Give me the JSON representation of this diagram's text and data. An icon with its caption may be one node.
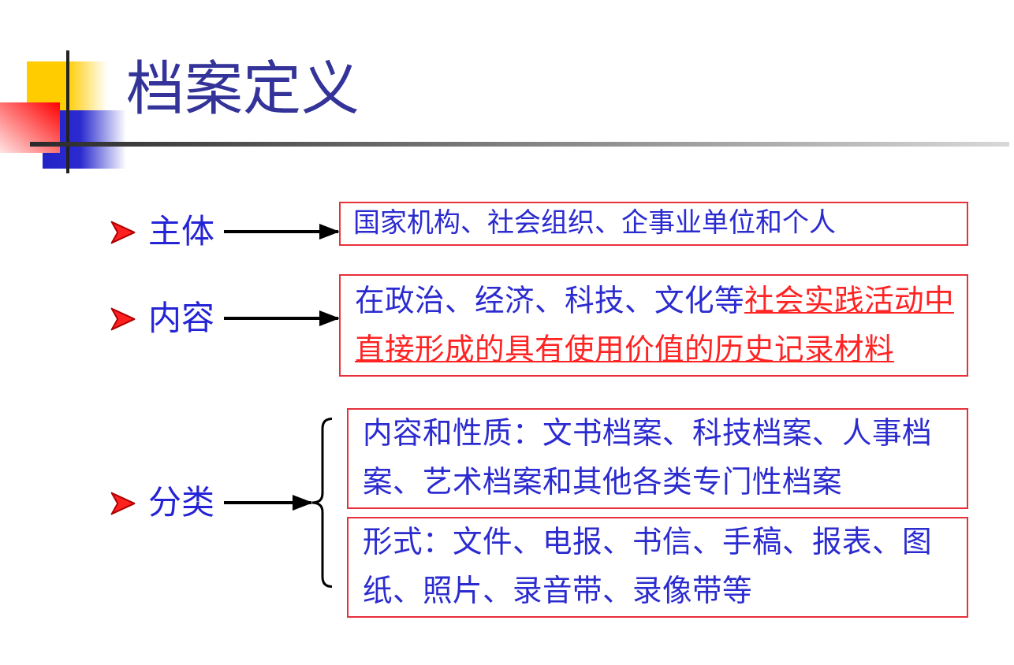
{
  "diagram": {
    "title": "档案定义",
    "nodes": [
      {
        "text": [
          "主体"
        ]
      },
      {
        "text": [
          "国家机构、社会组织、企事业单位和个人"
        ]
      },
      {
        "text": [
          "内容"
        ]
      },
      {
        "text": [
          "在政治、经济、科技、文化等**社会实践活动中直接形成的具有使用价值的历史记录材料**"
        ]
      },
      {
        "text": [
          "分类"
        ]
      },
      {
        "text": [],
        "shape": "brace"
      },
      {
        "text": [
          "内容和性质：文书档案、科技档案、人事档案、艺术档案和其他各类专门性档案"
        ]
      },
      {
        "text": [
          "形式：文件、电报、书信、手稿、报表、图纸、照片、录音带、录像带等"
        ]
      }
    ],
    "edges": [
      {
        "from": 0,
        "to": 1,
        "arrow": "to"
      },
      {
        "from": 2,
        "to": 3,
        "arrow": "to"
      },
      {
        "from": 4,
        "to": 5,
        "arrow": "to"
      }
    ]
  }
}
